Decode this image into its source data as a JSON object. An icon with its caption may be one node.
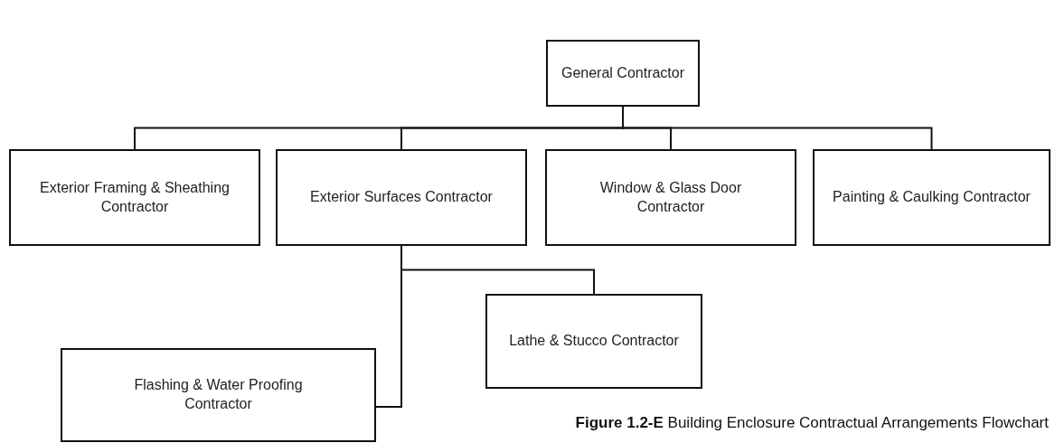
{
  "diagram": {
    "nodes": [
      {
        "text": [
          "General Contractor"
        ]
      },
      {
        "text": [
          "Exterior Framing & Sheathing Contractor"
        ]
      },
      {
        "text": [
          "Exterior Surfaces Contractor"
        ]
      },
      {
        "text": [
          "Window & Glass Door Contractor"
        ]
      },
      {
        "text": [
          "Painting & Caulking Contractor"
        ]
      },
      {
        "text": [
          "Lathe & Stucco Contractor"
        ]
      },
      {
        "text": [
          "Flashing & Water Proofing Contractor"
        ]
      }
    ],
    "edges": [
      {
        "from": 0,
        "to": 1,
        "arrow": "none"
      },
      {
        "from": 0,
        "to": 2,
        "arrow": "none"
      },
      {
        "from": 0,
        "to": 3,
        "arrow": "none"
      },
      {
        "from": 0,
        "to": 4,
        "arrow": "none"
      },
      {
        "from": 2,
        "to": 5,
        "arrow": "none"
      },
      {
        "from": 2,
        "to": 6,
        "arrow": "none"
      }
    ],
    "caption": "**Figure 1.2-E** Building Enclosure Contractual Arrangements Flowchart"
  }
}
